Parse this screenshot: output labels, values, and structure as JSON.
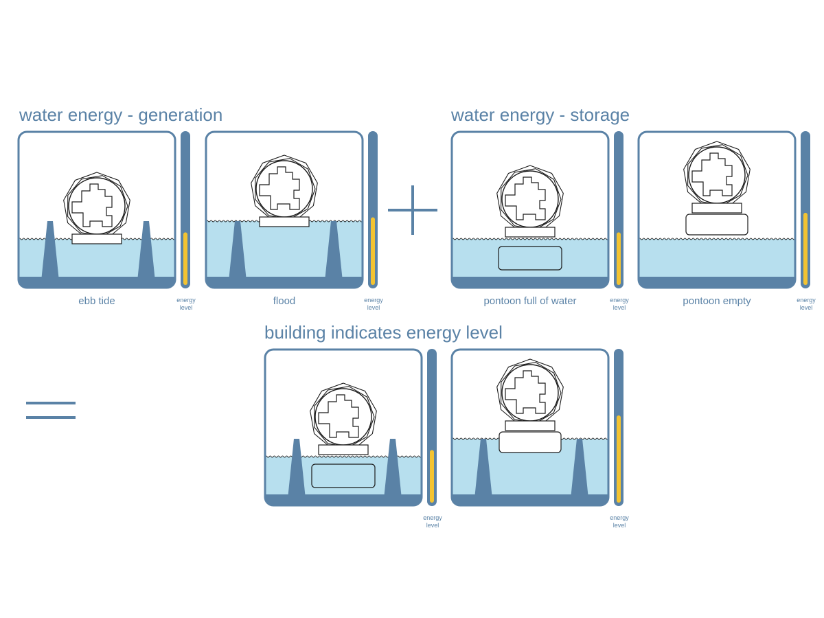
{
  "colors": {
    "frame": "#5a82a6",
    "water": "#b7dfee",
    "energy": "#f3c331",
    "text": "#5a82a6",
    "line": "#1a1a1a",
    "background": "#ffffff"
  },
  "sections": [
    {
      "title": "water energy - generation"
    },
    {
      "title": "water energy - storage"
    },
    {
      "title": "building indicates energy level"
    }
  ],
  "operators": {
    "plus": "plus",
    "equals": "equals"
  },
  "panels": [
    {
      "section": 0,
      "caption": "ebb tide",
      "meter_label": "energy\nlevel",
      "energy_level": 0.35,
      "water_level": "low",
      "piers": true,
      "pontoon": "none",
      "building_height": "low"
    },
    {
      "section": 0,
      "caption": "flood",
      "meter_label": "energy\nlevel",
      "energy_level": 0.45,
      "water_level": "high",
      "piers": true,
      "pontoon": "none",
      "building_height": "high"
    },
    {
      "section": 1,
      "caption": "pontoon full of water",
      "meter_label": "energy\nlevel",
      "energy_level": 0.35,
      "water_level": "mid",
      "piers": false,
      "pontoon": "sunk",
      "building_height": "low"
    },
    {
      "section": 1,
      "caption": "pontoon empty",
      "meter_label": "energy\nlevel",
      "energy_level": 0.48,
      "water_level": "mid",
      "piers": false,
      "pontoon": "float",
      "building_height": "high"
    },
    {
      "section": 2,
      "caption": "",
      "meter_label": "energy\nlevel",
      "energy_level": 0.35,
      "water_level": "low",
      "piers": true,
      "pontoon": "sunk",
      "building_height": "low"
    },
    {
      "section": 2,
      "caption": "",
      "meter_label": "energy\nlevel",
      "energy_level": 0.58,
      "water_level": "high",
      "piers": true,
      "pontoon": "float",
      "building_height": "high"
    }
  ]
}
